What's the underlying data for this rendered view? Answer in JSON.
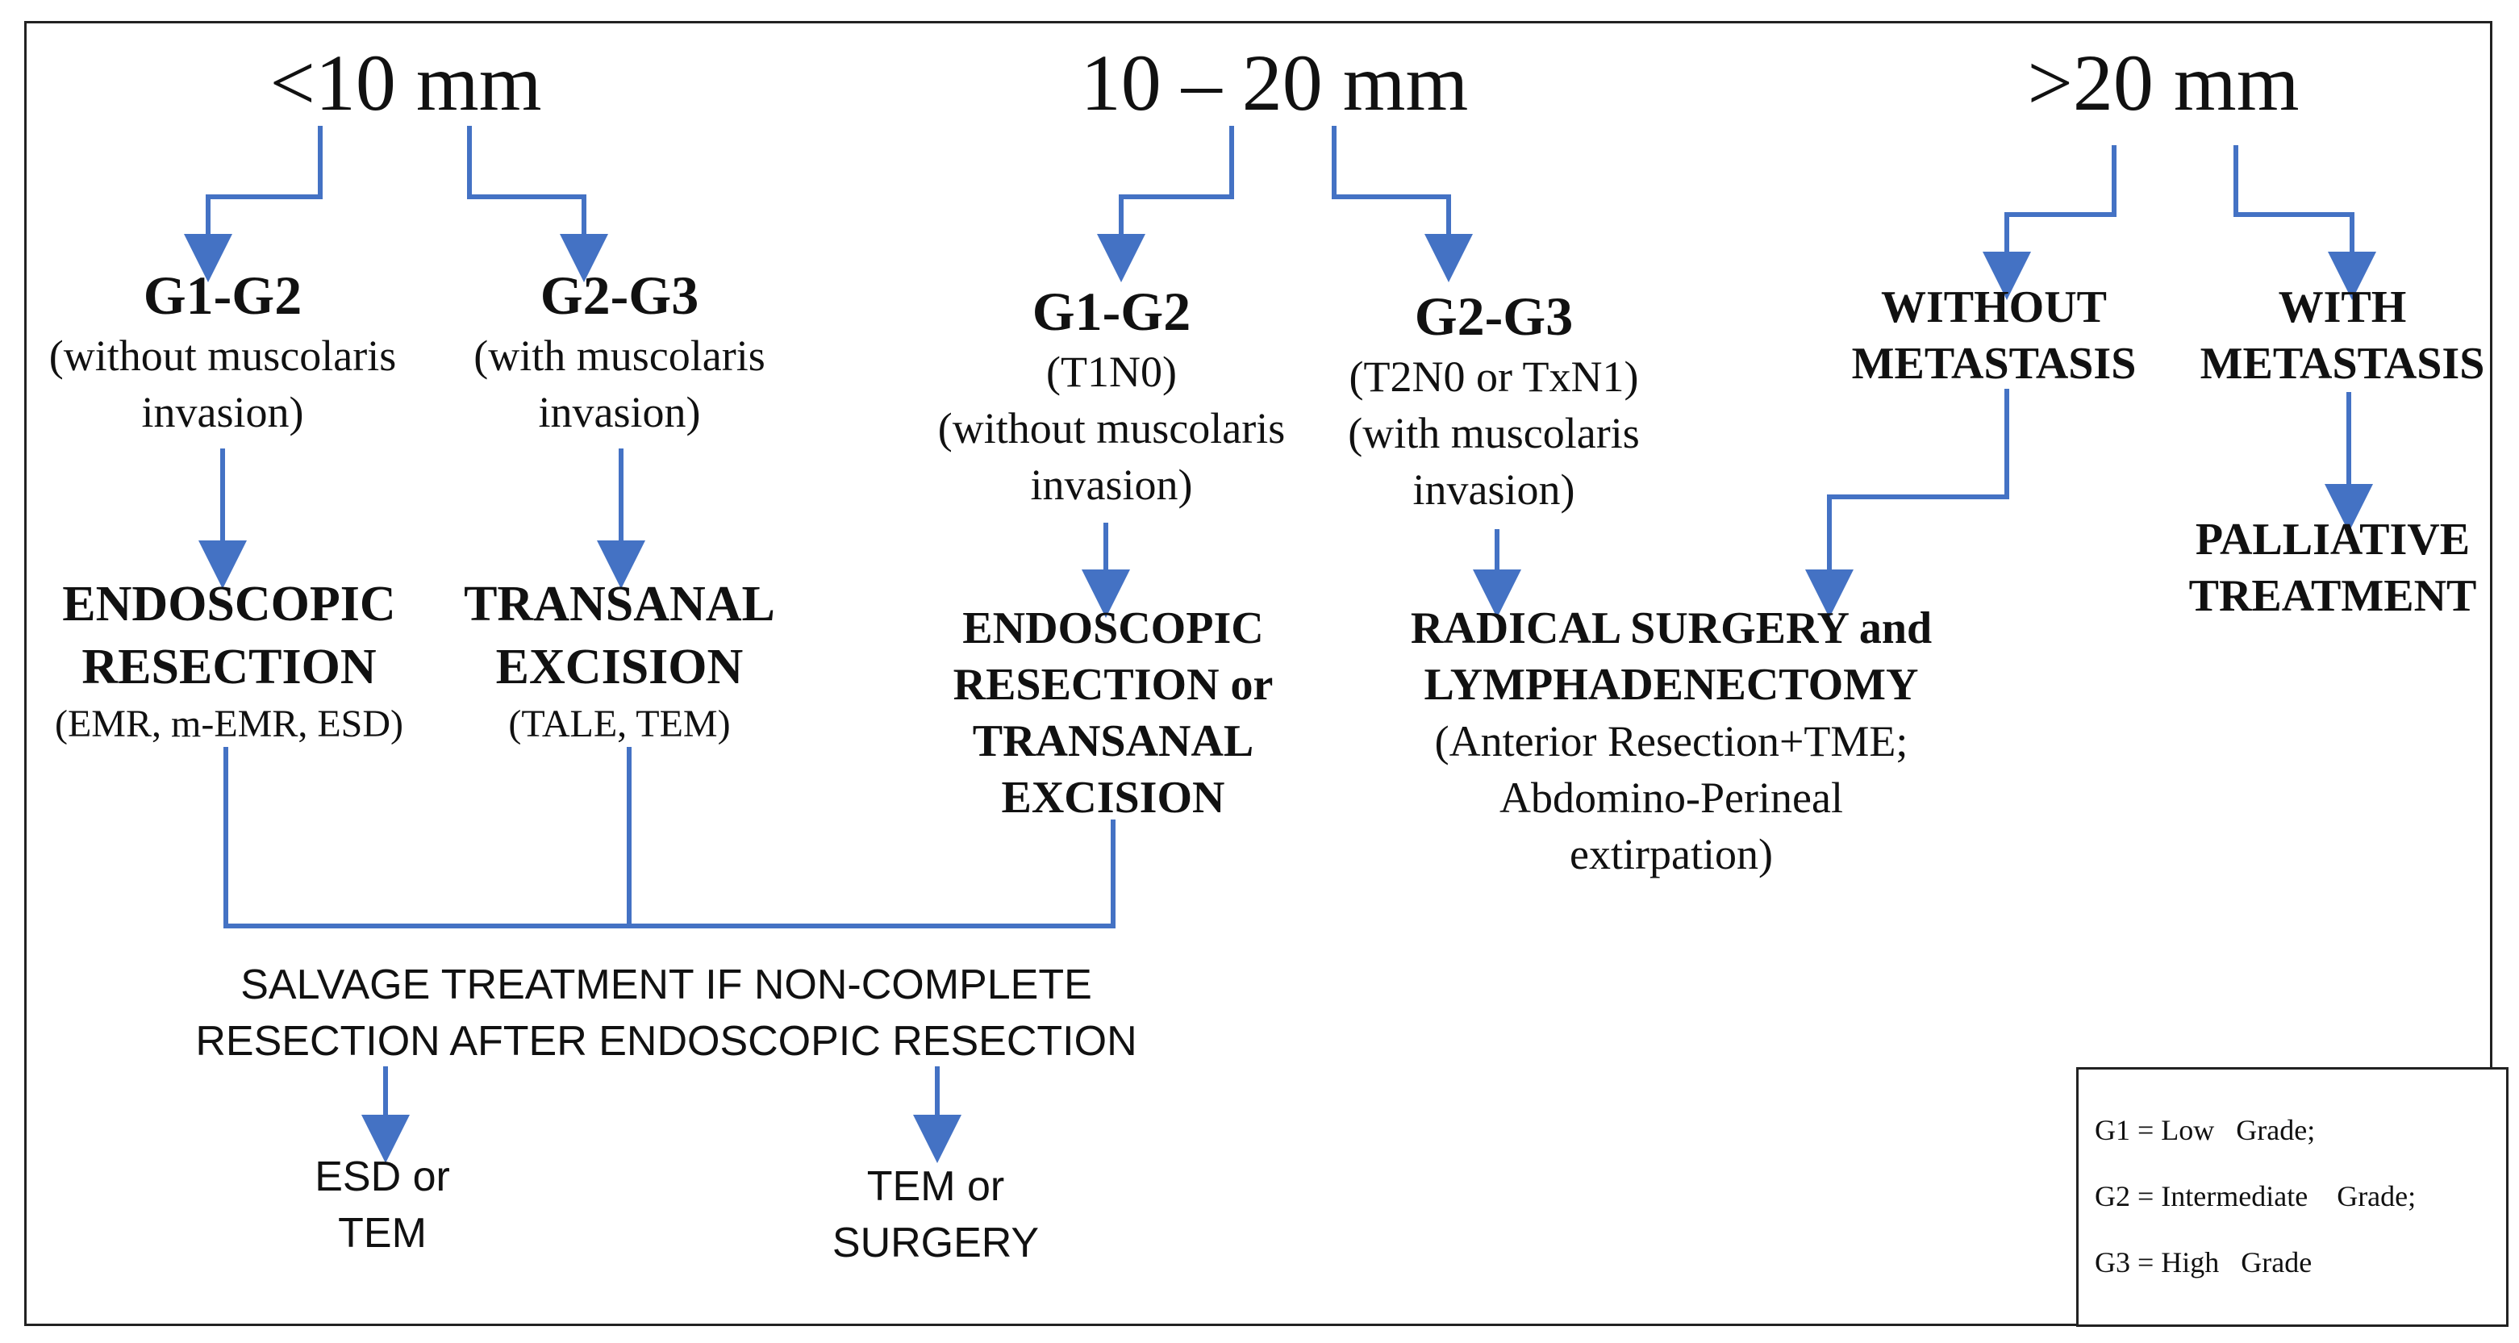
{
  "sizes": {
    "small": "<10 mm",
    "medium": "10 – 20 mm",
    "large": ">20  mm"
  },
  "small": {
    "g12": {
      "title": "G1-G2",
      "note1": "(without muscolaris",
      "note2": "invasion)"
    },
    "g23": {
      "title": "G2-G3",
      "note1": "(with muscolaris",
      "note2": "invasion)"
    },
    "endoscopic": {
      "line1": "ENDOSCOPIC",
      "line2": "RESECTION",
      "sub": "(EMR, m-EMR, ESD)"
    },
    "transanal": {
      "line1": "TRANSANAL",
      "line2": "EXCISION",
      "sub": "(TALE,  TEM)"
    }
  },
  "medium": {
    "g12": {
      "title": "G1-G2",
      "note1": "(T1N0)",
      "note2": "(without muscolaris",
      "note3": "invasion)"
    },
    "g23": {
      "title": "G2-G3",
      "note1": "(T2N0 or TxN1)",
      "note2": "(with muscolaris",
      "note3": "invasion)"
    },
    "endo_or_trans": {
      "line1": "ENDOSCOPIC",
      "line2": "RESECTION or",
      "line3": "TRANSANAL",
      "line4": "EXCISION"
    }
  },
  "large": {
    "without": {
      "line1": "WITHOUT",
      "line2": "METASTASIS"
    },
    "with": {
      "line1": "WITH",
      "line2": "METASTASIS"
    },
    "palliative": {
      "line1": "PALLIATIVE",
      "line2": "TREATMENT"
    }
  },
  "radical": {
    "line1": "RADICAL SURGERY and",
    "line2": "LYMPHADENECTOMY",
    "line3": "(Anterior Resection+TME;",
    "line4": "Abdomino-Perineal",
    "line5": "extirpation)"
  },
  "salvage": {
    "line1": "SALVAGE  TREATMENT  IF  NON-COMPLETE",
    "line2": "RESECTION  AFTER ENDOSCOPIC  RESECTION"
  },
  "outcomes": {
    "esd_tem": {
      "line1": "ESD or",
      "line2": "TEM"
    },
    "tem_surgery": {
      "line1": "TEM  or",
      "line2": "SURGERY"
    }
  },
  "legend": {
    "g1": "G1 = Low   Grade;",
    "g2": "G2 = Intermediate    Grade;",
    "g3": "G3 = High   Grade"
  },
  "colors": {
    "arrow": "#4472c4",
    "text": "#111111",
    "border": "#222222"
  }
}
